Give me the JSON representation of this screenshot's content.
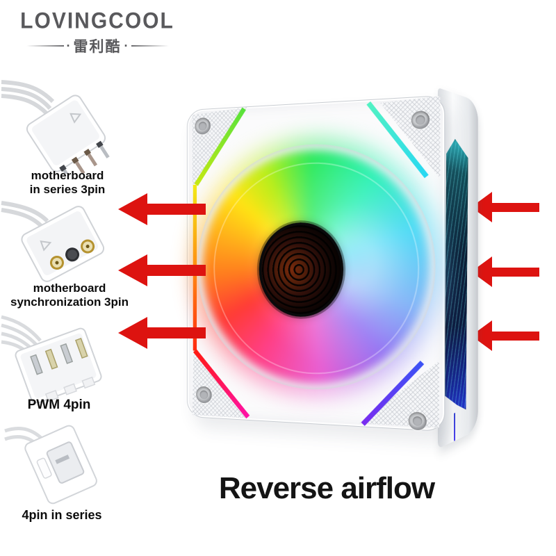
{
  "brand": {
    "name": "LOVINGCOOL",
    "chinese_name": "雷利酷",
    "left_dot": "·",
    "right_dot": "·",
    "color": "#59595c"
  },
  "connectors": [
    {
      "id": "motherboard-in-series-3pin",
      "line1": "motherboard",
      "line2": "in series 3pin"
    },
    {
      "id": "motherboard-synchronization-3pin",
      "line1": "motherboard",
      "line2": "synchronization 3pin"
    },
    {
      "id": "pwm-4pin",
      "line1": "PWM 4pin",
      "line2": ""
    },
    {
      "id": "4pin-in-series",
      "line1": "4pin in series",
      "line2": ""
    }
  ],
  "fan": {
    "description": "white square ARGB fan, front view with right side panel",
    "frame_color": "#fbfbfc",
    "rotor_rainbow": [
      "#2ee95e",
      "#2fd4f4",
      "#8f6cf2",
      "#e95fd2",
      "#ff3b35",
      "#ff7c1e",
      "#ffe414"
    ],
    "side_led_bar": {
      "top_color": "#2cb4be",
      "middle_color": "#0b1d34",
      "bottom_color": "#2434cf"
    },
    "hub_glow_color": "#7a2a0c",
    "accent_strips": {
      "top_left": [
        "#55e23c",
        "#c6e912"
      ],
      "left": [
        "#f2ea16",
        "#ff8c12",
        "#ff2a10"
      ],
      "bottom_left": [
        "#ff1a10",
        "#ff12a8"
      ],
      "top_right": [
        "#52f2c2",
        "#27d8f2"
      ],
      "bottom_right": [
        "#3b52f5",
        "#7a2cf0"
      ]
    }
  },
  "airflow": {
    "direction": "right-to-left",
    "arrow_color": "#dd1310",
    "left_arrow_count": 3,
    "right_arrow_count": 3
  },
  "caption": {
    "text": "Reverse airflow",
    "color": "#141414"
  },
  "icons": {
    "airflow_arrow": "solid red arrow pointing left",
    "screw_hole": "gray circular screw mount",
    "connector_illustrations": "white cable connector photos"
  }
}
